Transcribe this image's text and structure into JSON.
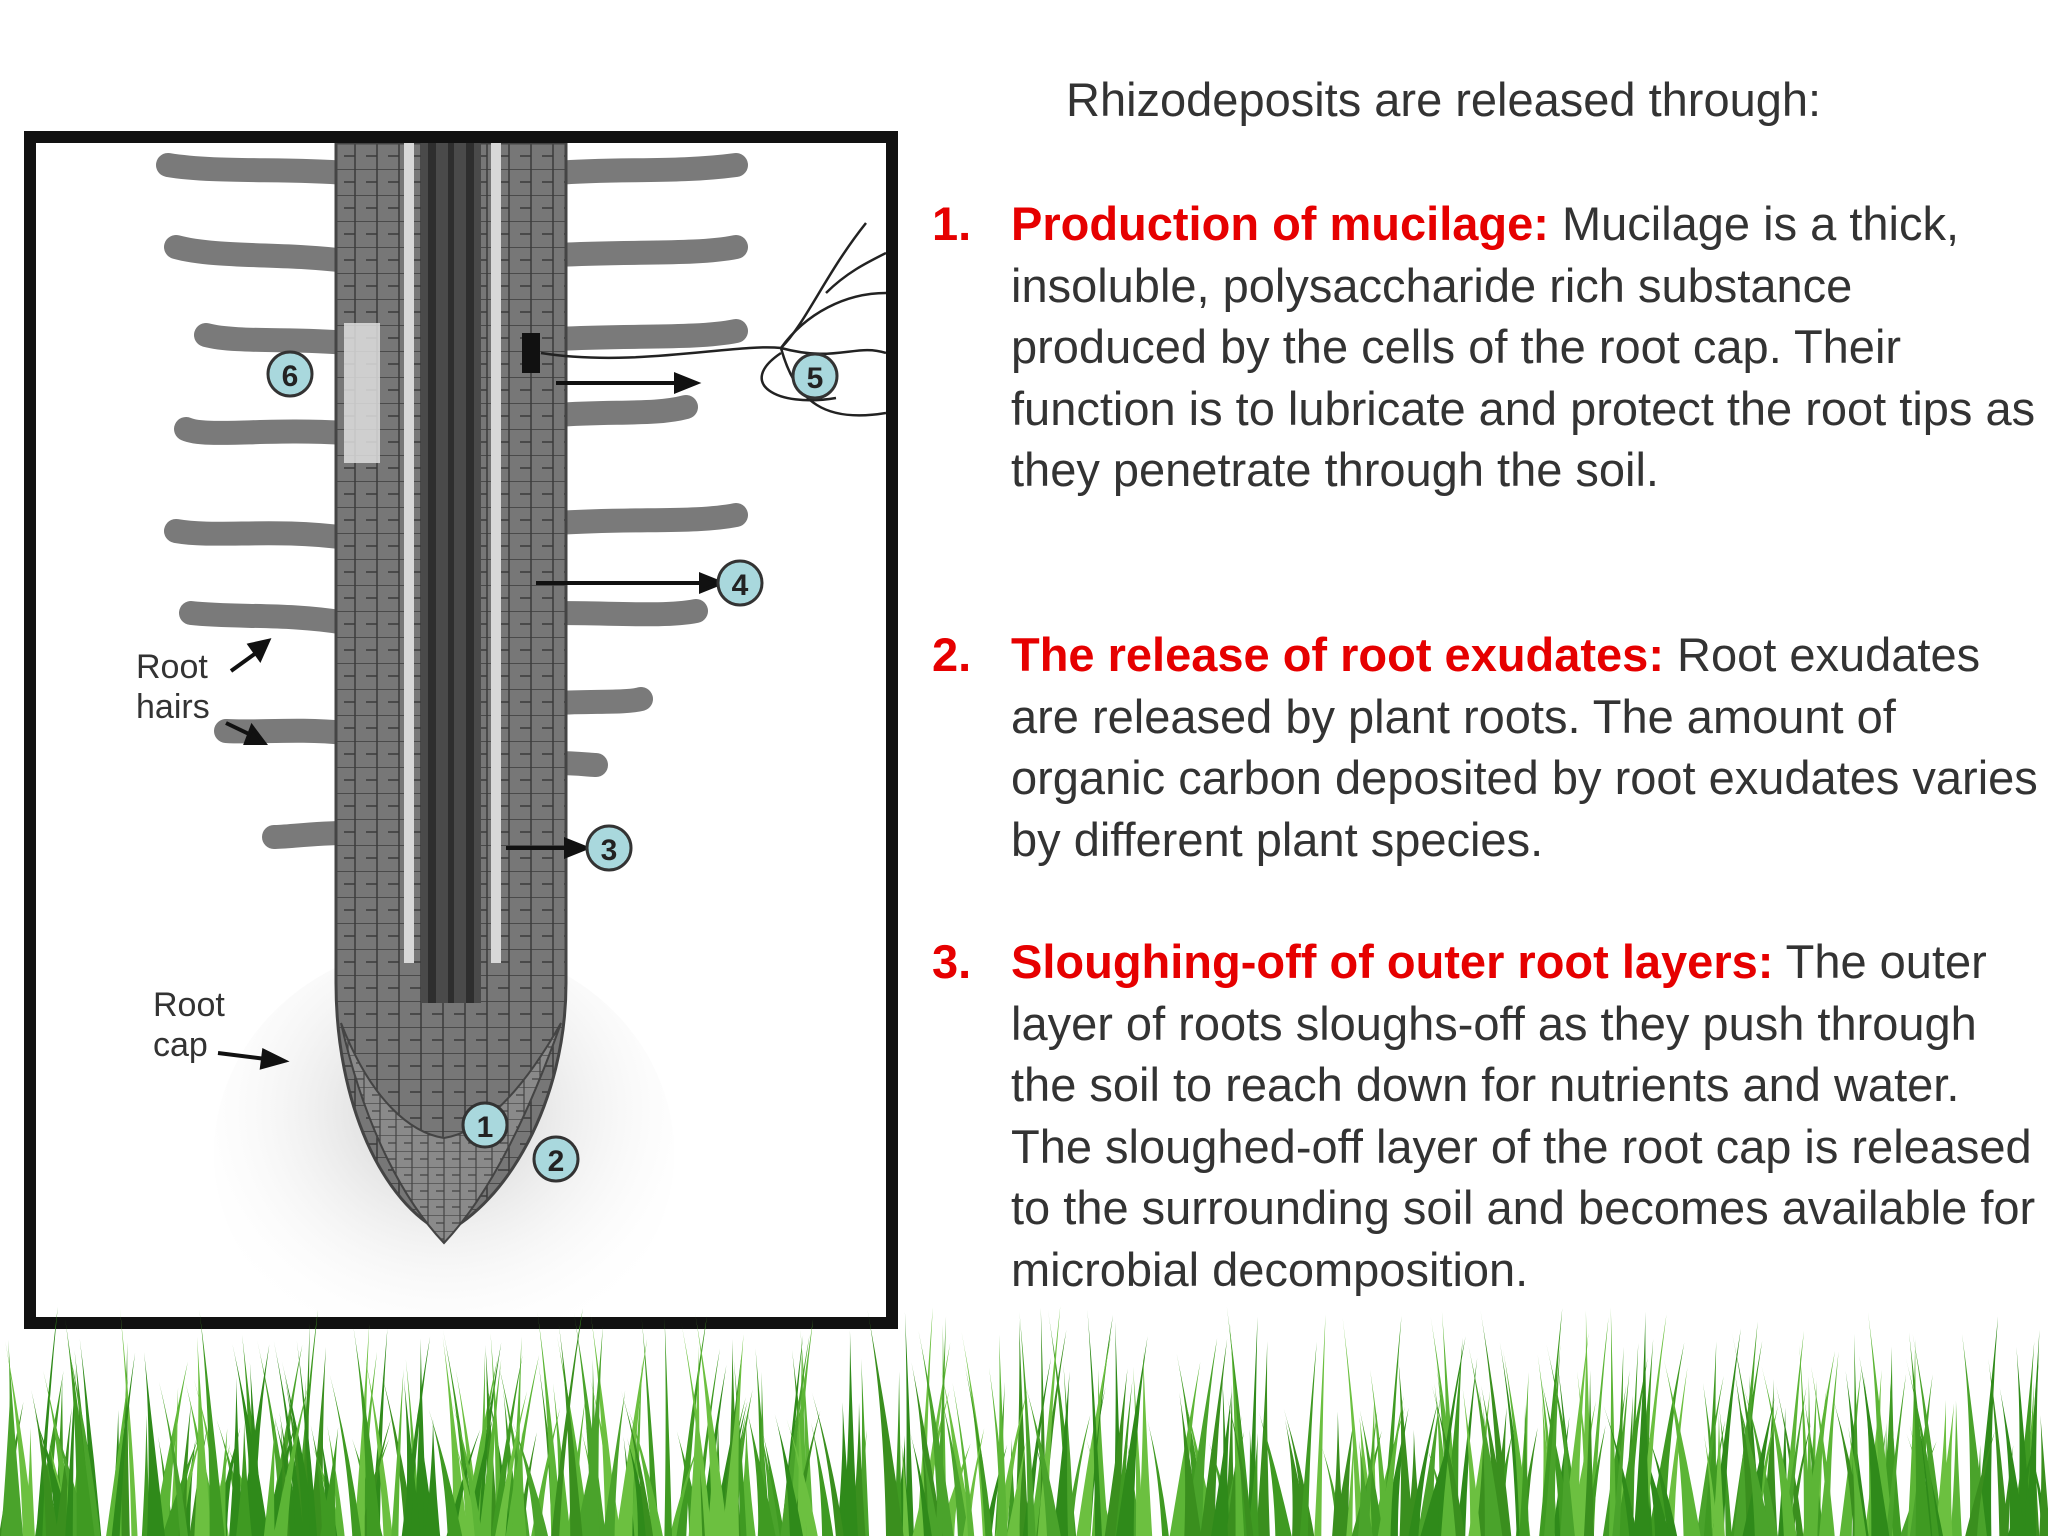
{
  "heading": "Rhizodeposits are released through:",
  "items": [
    {
      "number": "1.",
      "title": "Production of mucilage:",
      "text": " Mucilage is a thick, insoluble, polysaccharide rich substance produced by the cells of the root cap. Their function is to lubricate and protect the root tips as they penetrate through the soil."
    },
    {
      "number": "2.",
      "title": "The release of root exudates:",
      "text": " Root exudates are released by plant roots. The amount of organic carbon deposited by root exudates varies by different plant species."
    },
    {
      "number": "3.",
      "title": "Sloughing-off of outer root layers:",
      "text": " The outer layer of roots sloughs-off as they push through the soil to reach down for nutrients and water. The sloughed-off layer of the root cap is released to the surrounding soil and becomes available for microbial decomposition."
    }
  ],
  "figure": {
    "root_hairs_label": "Root\nhairs",
    "root_cap_label": "Root\ncap",
    "markers": [
      "1",
      "2",
      "3",
      "4",
      "5",
      "6"
    ]
  },
  "colors": {
    "accent": "#e60000",
    "body_text": "#333333",
    "grass": "#4aa32b",
    "root_fill": "#7a7a7a",
    "marker_fill": "#a9d8dd"
  }
}
